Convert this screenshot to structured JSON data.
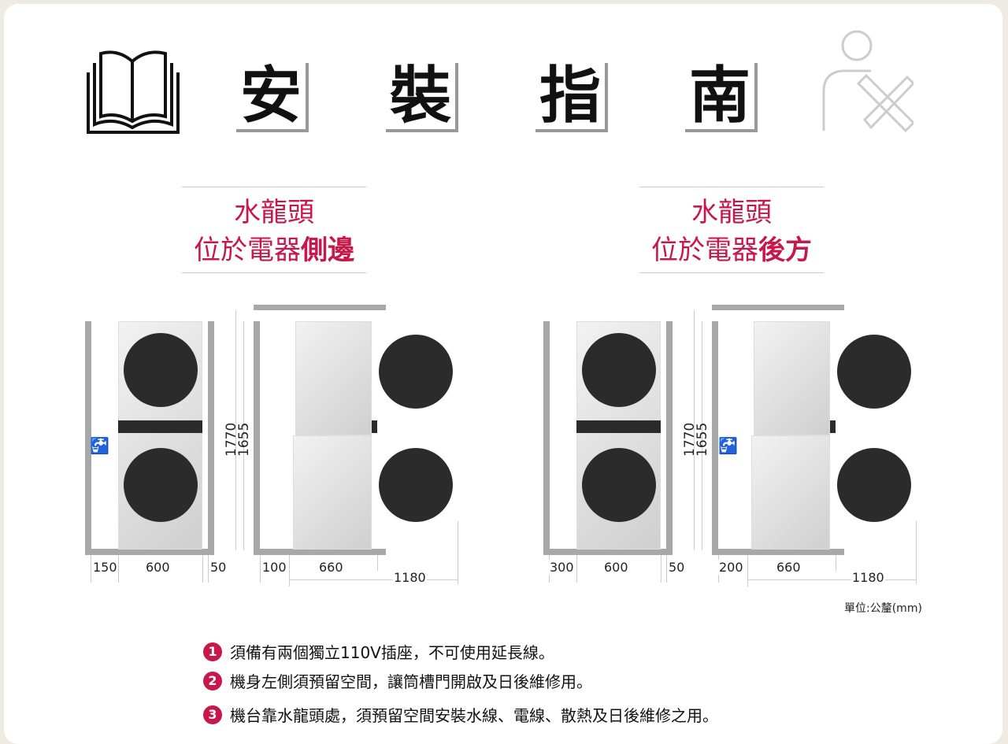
{
  "title": {
    "chars": [
      "安",
      "裝",
      "指",
      "南"
    ]
  },
  "panels": [
    {
      "line1": "水龍頭",
      "line2_normal": "位於電器",
      "line2_bold": "側邊",
      "front_dims": [
        "150",
        "600",
        "50"
      ],
      "side_dims": [
        "100",
        "660",
        "1180"
      ],
      "heights": [
        "1770",
        "1655"
      ]
    },
    {
      "line1": "水龍頭",
      "line2_normal": "位於電器",
      "line2_bold": "後方",
      "front_dims": [
        "300",
        "600",
        "50"
      ],
      "side_dims": [
        "200",
        "660",
        "1180"
      ],
      "heights": [
        "1770",
        "1655"
      ]
    }
  ],
  "unit": "單位:公釐(mm)",
  "notes": [
    {
      "num": "1",
      "text": "須備有兩個獨立110V插座，不可使用延長線。"
    },
    {
      "num": "2",
      "text": "機身左側須預留空間，讓筒槽門開啟及日後維修用。"
    },
    {
      "num": "3",
      "text": "機台靠水龍頭處，須預留空間安裝水線、電線、散熱及日後維修之用。"
    }
  ],
  "colors": {
    "accent": "#c8174a",
    "wall": "#a8a8a8"
  }
}
